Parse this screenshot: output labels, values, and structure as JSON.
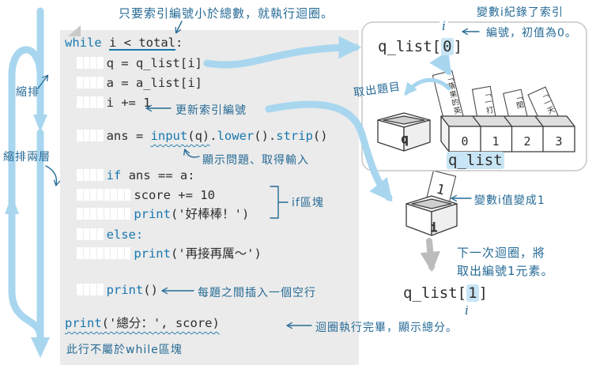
{
  "colors": {
    "arrow_blue": "#a8d6ef",
    "annotation_blue": "#256a95",
    "code_blue": "#1878b0",
    "panel_gray": "#ebebeb",
    "highlight_blue": "#c8e5f5",
    "gray_arrow": "#bcbcbc"
  },
  "annotations": {
    "top": "只要索引編號小於總數，就執行迴圈。",
    "indent": "縮排",
    "indent_two": "縮排兩層",
    "update_index": "更新索引編號",
    "show_question": "顯示問題、取得輸入",
    "if_block": "if區塊",
    "blank_line": "每題之間插入一個空行",
    "loop_done": "迴圈執行完畢，顯示總分。",
    "not_in_while": "此行不屬於while區塊",
    "var_i_line1": "變數i紀錄了索引",
    "var_i_line2": "編號，初值為0。",
    "take_question": "取出題目",
    "var_becomes_1": "變數i值變成1",
    "next_loop_line1": "下一次迴圈，將",
    "next_loop_line2": "取出編號1元素。"
  },
  "code": {
    "while_kw": "while ",
    "while_cond": "i < total",
    "while_colon": ":",
    "q_line": "q = q_list[i]",
    "a_line": "a = a_list[i]",
    "i_line": "i += 1",
    "ans_pre": "ans = ",
    "ans_f1": "input",
    "ans_q": "(q)",
    "ans_dot1": ".",
    "ans_f2": "lower",
    "ans_mid": "().",
    "ans_f3": "strip",
    "ans_end": "()",
    "if_kw": "if",
    "if_rest": " ans == a:",
    "score_line": "score += 10",
    "print_kw1": "print",
    "print_good": "('好棒棒！')",
    "else_kw": "else:",
    "print_kw2": "print",
    "print_again": "('再接再厲～')",
    "print_kw3": "print",
    "print_empty": "()",
    "print_kw4": "print",
    "print_total": "('總分：', score)"
  },
  "right": {
    "expr0_pre": "q_list[",
    "expr0_idx": "0",
    "expr0_post": "]",
    "i_label_top": "i",
    "q_box_label": "q",
    "slots": [
      "0",
      "1",
      "2",
      "3"
    ],
    "cards": [
      "「蘋果的英",
      "「一打",
      "「閏",
      "「一天"
    ],
    "list_label": "q_list",
    "card_value": "1",
    "i_box_label": "i",
    "expr1_pre": "q_list[",
    "expr1_idx": "1",
    "expr1_post": "]",
    "i_label_bottom": "i"
  }
}
